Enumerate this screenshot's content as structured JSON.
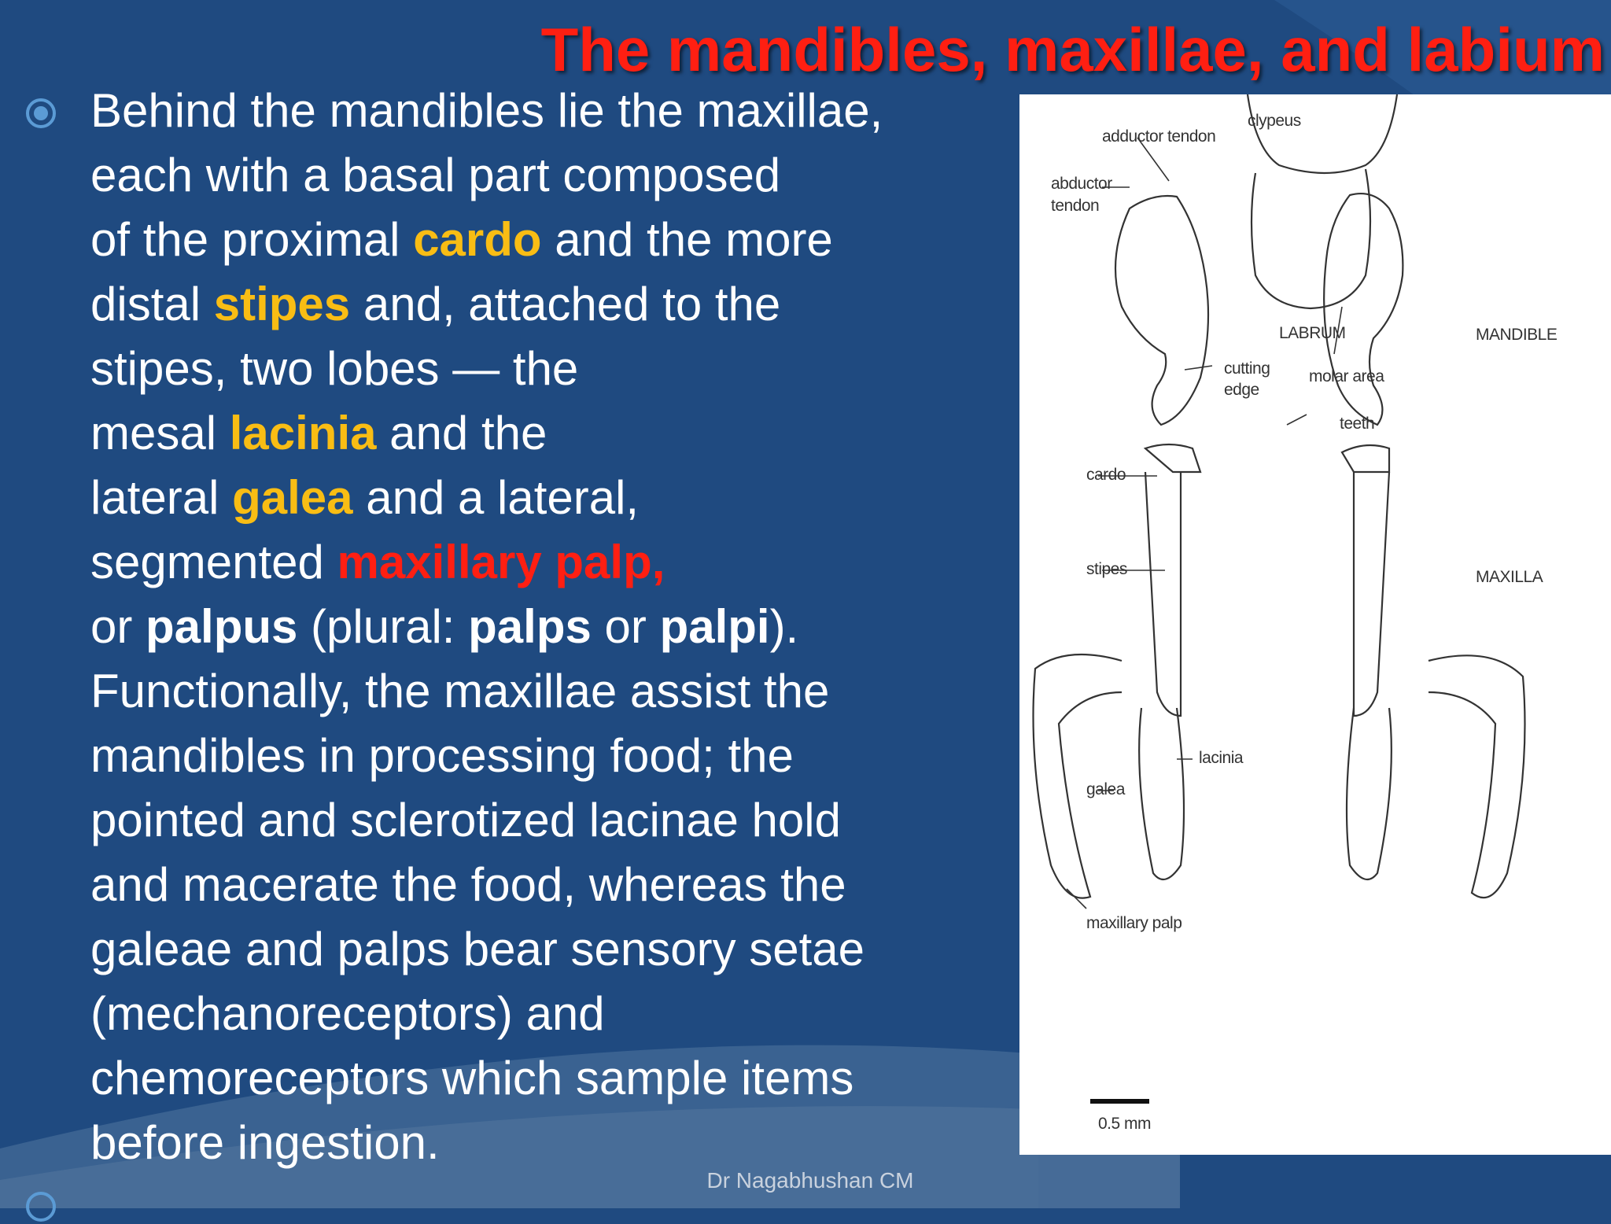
{
  "slide": {
    "title": "The mandibles, maxillae, and labium",
    "credit": "Dr Nagabhushan CM",
    "colors": {
      "background": "#1f4a80",
      "title": "#ff1f12",
      "highlight": "#f9bd14",
      "text": "#ffffff"
    },
    "bullet_icon": "circle-dot-bullet-icon"
  },
  "body": {
    "l1": "Behind the mandibles lie the maxillae,",
    "l2": "each with a basal part composed",
    "l3a": "of the proximal ",
    "l3b": "cardo",
    "l3c": " and the more",
    "l4a": "distal ",
    "l4b": "stipes",
    "l4c": " and, attached to the",
    "l5": "stipes, two lobes — the",
    "l6a": "mesal ",
    "l6b": "lacinia",
    "l6c": " and the",
    "l7a": "lateral ",
    "l7b": "galea",
    "l7c": " and a lateral,",
    "l8a": "segmented ",
    "l8b": "maxillary palp,",
    "l9a": "or ",
    "l9b": "palpus",
    "l9c": " (plural: ",
    "l9d": "palps",
    "l9e": " or ",
    "l9f": "palpi",
    "l9g": ").",
    "l10": "Functionally, the maxillae assist the",
    "l11": "mandibles in processing food; the",
    "l12": "pointed and sclerotized lacinae hold",
    "l13": "and macerate the food, whereas the",
    "l14": "galeae and palps bear sensory setae",
    "l15": "(mechanoreceptors) and",
    "l16": "chemoreceptors which sample items",
    "l17": "before ingestion."
  },
  "figure": {
    "labels": {
      "clypeus": "clypeus",
      "adductor_tendon": "adductor tendon",
      "abductor": "abductor",
      "tendon": "tendon",
      "labrum": "LABRUM",
      "mandible": "MANDIBLE",
      "cutting": "cutting",
      "edge": "edge",
      "molar_area": "molar area",
      "teeth": "teeth",
      "cardo": "cardo",
      "stipes": "stipes",
      "maxilla": "MAXILLA",
      "lacinia": "lacinia",
      "galea": "galea",
      "maxillary_palp": "maxillary palp",
      "scale": "0.5 mm"
    }
  }
}
